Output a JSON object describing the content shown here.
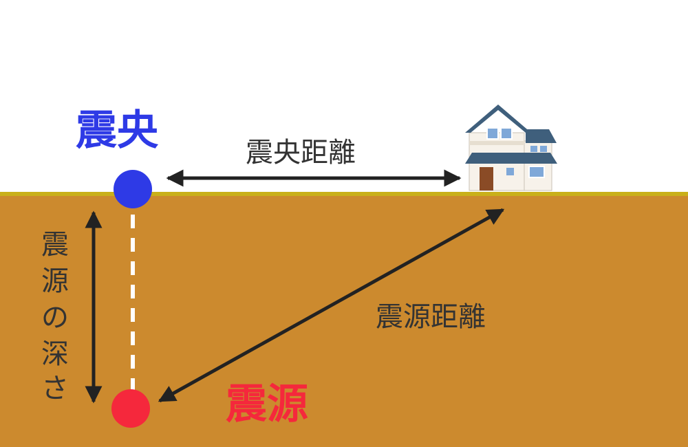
{
  "labels": {
    "epicenter": "震央",
    "hypocenter": "震源",
    "epicentral_distance": "震央距離",
    "hypocentral_distance": "震源距離",
    "focal_depth": [
      "震",
      "源",
      "の",
      "深",
      "さ"
    ]
  },
  "colors": {
    "sky": "#ffffff",
    "ground": "#cc8a2e",
    "ground_line": "#c9b01a",
    "epicenter": "#2e3ae6",
    "hypocenter": "#f5283c",
    "arrow": "#222222",
    "text": "#333333",
    "roof": "#3f5f7c",
    "house_wall": "#f7f2ea",
    "door": "#8a4b26",
    "window": "#7fa8d8"
  },
  "icons": {
    "house": "house-icon"
  }
}
